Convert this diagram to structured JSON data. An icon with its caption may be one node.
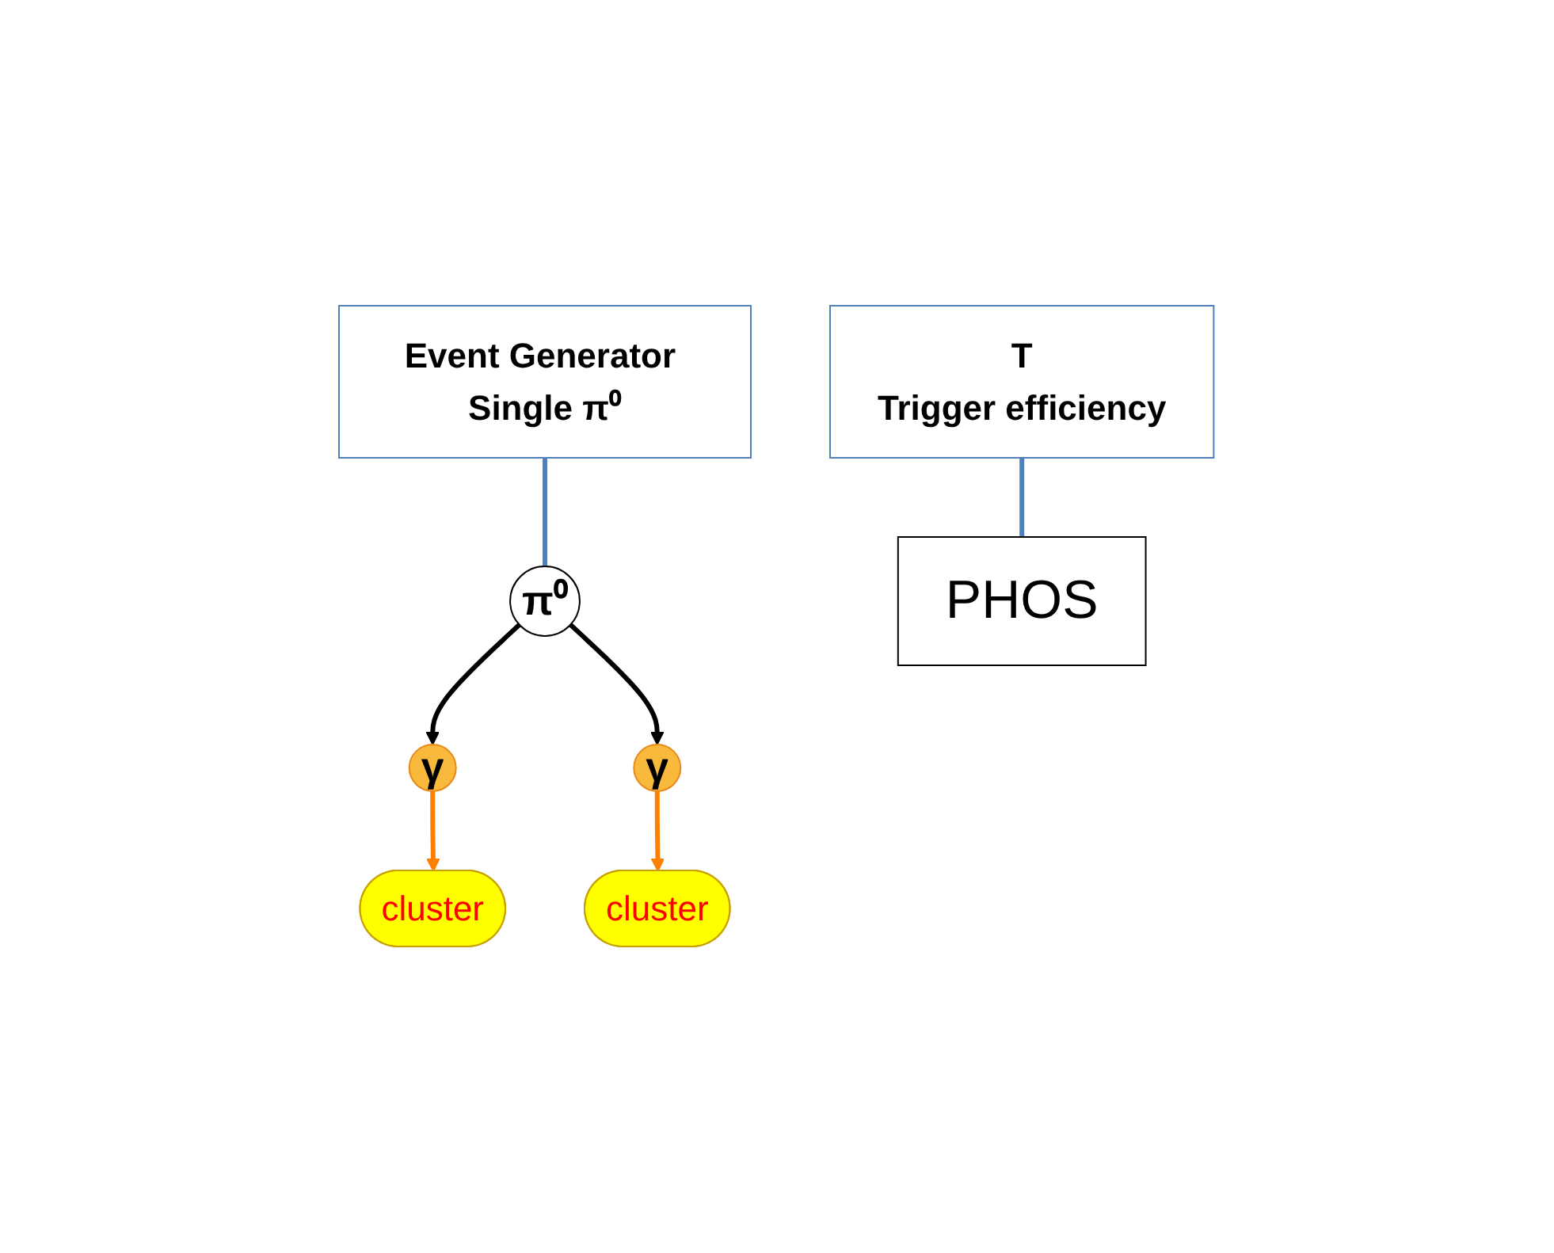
{
  "diagram": {
    "nodes": [
      {
        "text": [
          "π⁰"
        ]
      },
      {
        "text": [
          "Event Generator Single π⁰"
        ]
      },
      {
        "text": [
          "γ"
        ]
      },
      {
        "text": [
          "γ"
        ]
      },
      {
        "text": [
          "cluster"
        ]
      },
      {
        "text": [
          "cluster"
        ]
      },
      {
        "text": [
          "PHOS"
        ]
      },
      {
        "text": [
          "T",
          "Trigger efficiency"
        ]
      }
    ],
    "edges": [
      {
        "from": 1,
        "to": 0,
        "arrow": "none",
        "color": "#4f81bd"
      },
      {
        "from": 0,
        "to": 2,
        "arrow": "to",
        "color": "#000000"
      },
      {
        "from": 0,
        "to": 3,
        "arrow": "to",
        "color": "#000000"
      },
      {
        "from": 2,
        "to": 4,
        "arrow": "to",
        "color": "#ff8000"
      },
      {
        "from": 3,
        "to": 5,
        "arrow": "to",
        "color": "#ff8000"
      },
      {
        "from": 7,
        "to": 6,
        "arrow": "none",
        "color": "#4f81bd"
      }
    ]
  }
}
